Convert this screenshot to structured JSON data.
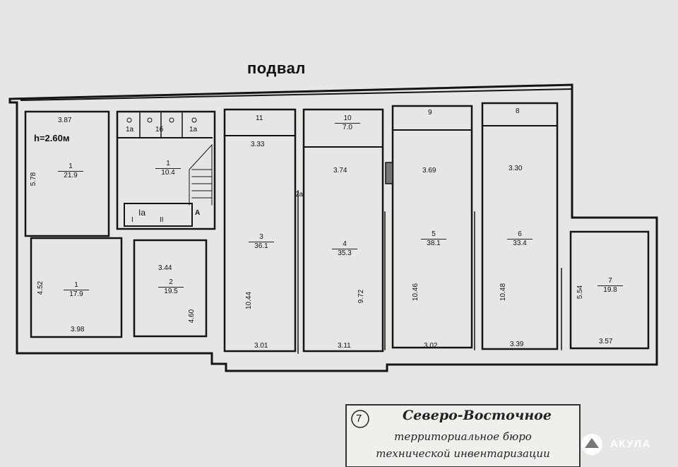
{
  "title": "подвал",
  "height_note": "h=2.60м",
  "rooms": [
    {
      "id": "r1-top",
      "number": "1",
      "area": "21.9",
      "length": "5.78",
      "width": "3.87"
    },
    {
      "id": "r1-bottom",
      "number": "1",
      "area": "17.9",
      "length": "4.52",
      "width": "3.98"
    },
    {
      "id": "r1-center",
      "number": "1",
      "area": "10.4"
    },
    {
      "id": "r2",
      "number": "2",
      "area": "19.5",
      "length": "4.60",
      "width": "3.44"
    },
    {
      "id": "r3",
      "number": "3",
      "area": "36.1",
      "length": "10.44",
      "width_top": "3.33",
      "width_bottom": "3.01"
    },
    {
      "id": "r4",
      "number": "4",
      "area": "35.3",
      "length": "9.72",
      "width_top": "3.74",
      "width_bottom": "3.11"
    },
    {
      "id": "r5",
      "number": "5",
      "area": "38.1",
      "length": "10.46",
      "width_top": "3.69",
      "width_bottom": "3.02"
    },
    {
      "id": "r6",
      "number": "6",
      "area": "33.4",
      "length": "10.48",
      "width_top": "3.30",
      "width_bottom": "3.39"
    },
    {
      "id": "r7",
      "number": "7",
      "area": "19.8",
      "length": "5.54",
      "width": "3.57"
    },
    {
      "id": "r8",
      "number": "8"
    },
    {
      "id": "r9",
      "number": "9"
    },
    {
      "id": "r10",
      "number": "10",
      "area": "7.0"
    },
    {
      "id": "r11",
      "number": "11"
    }
  ],
  "small_labels": {
    "wc_1a_left": "1а",
    "wc_1b": "1б",
    "wc_1a_right": "1а",
    "stair_1a": "Iа",
    "stair_I": "I",
    "stair_II": "II",
    "stair_A": "А",
    "door_2a": "2а"
  },
  "stamp": {
    "circle_number": "7",
    "line1": "Северо-Восточное",
    "line2": "территориальное бюро",
    "line3": "технической инвентаризации"
  },
  "logo": {
    "text": "АКУЛА"
  },
  "colors": {
    "background": "#d9d9d9",
    "paper": "#f1f1ef",
    "wall": "#141414",
    "logo_bg": "#9a9a9a"
  }
}
